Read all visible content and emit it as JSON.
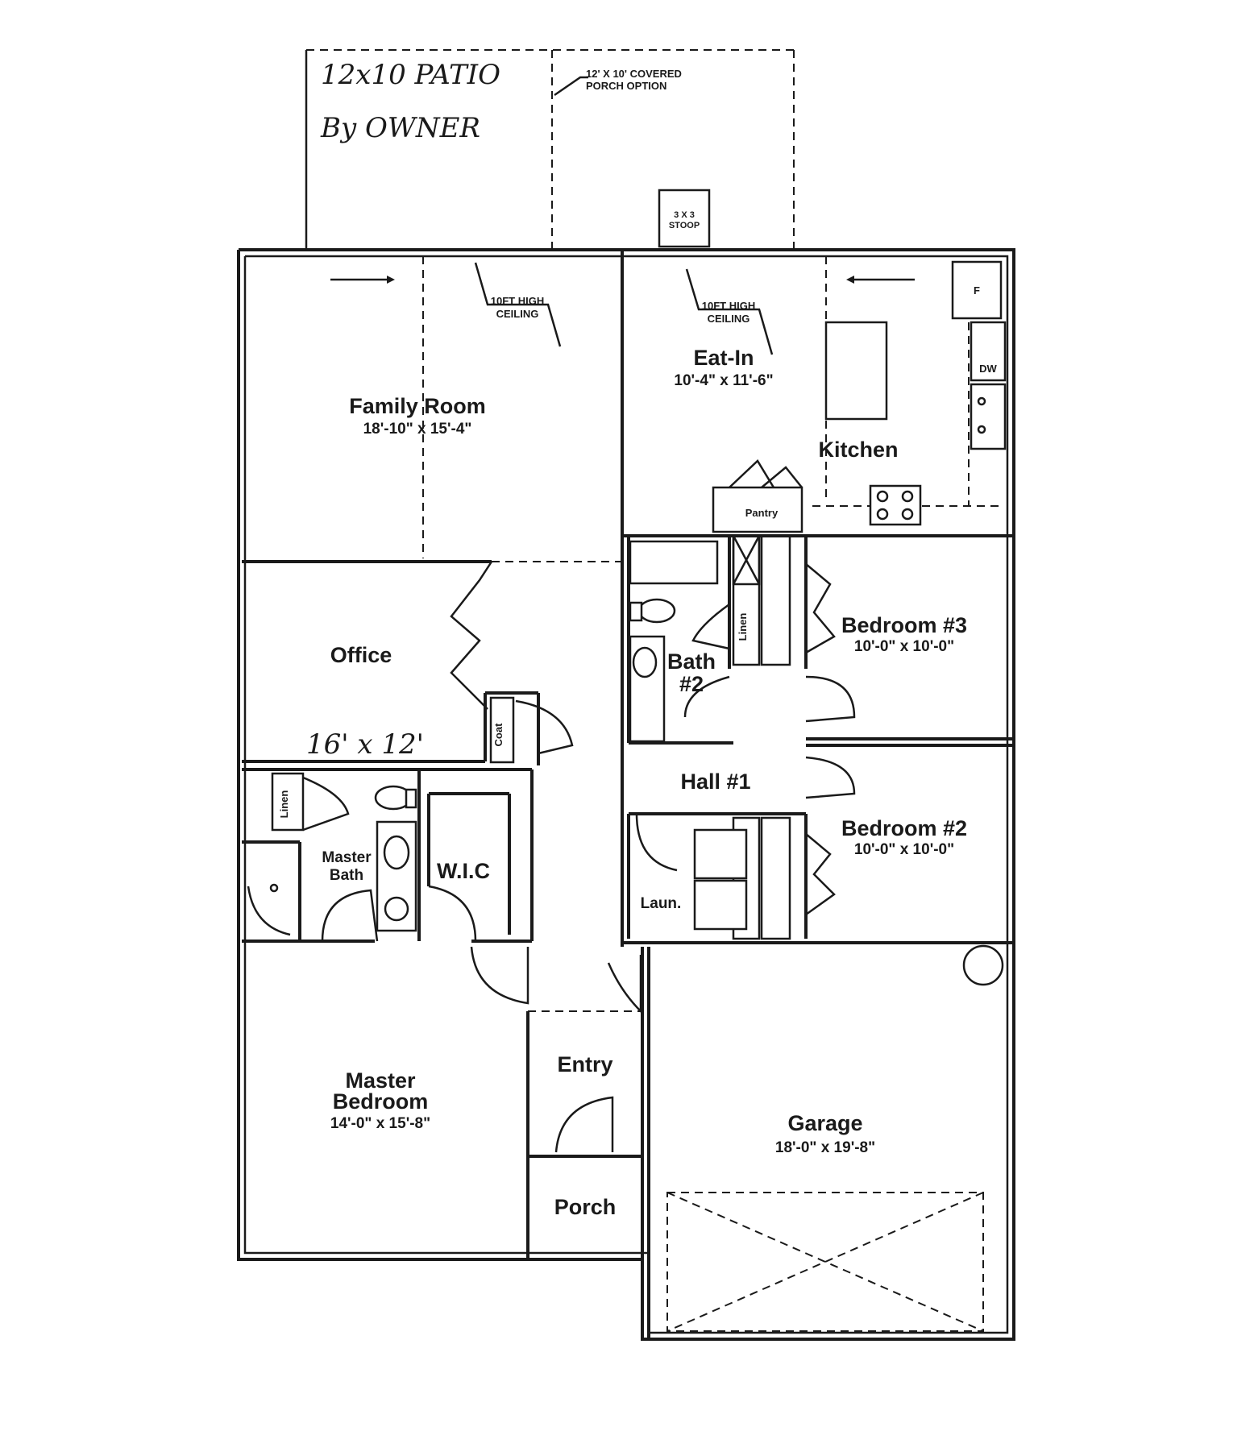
{
  "patio": {
    "handwritten_line1": "12x10 PATIO",
    "handwritten_line2": "By OWNER",
    "covered_porch_line1": "12' X 10' COVERED",
    "covered_porch_line2": "PORCH OPTION",
    "stoop_line1": "3 X 3",
    "stoop_line2": "STOOP"
  },
  "ceiling_notes": [
    {
      "line1": "10FT HIGH",
      "line2": "CEILING"
    },
    {
      "line1": "10FT HIGH",
      "line2": "CEILING"
    }
  ],
  "rooms": {
    "family_room": {
      "name": "Family Room",
      "dims": "18'-10\" x 15'-4\""
    },
    "eat_in": {
      "name": "Eat-In",
      "dims": "10'-4\" x 11'-6\""
    },
    "kitchen": {
      "name": "Kitchen"
    },
    "pantry": {
      "name": "Pantry"
    },
    "office": {
      "name": "Office",
      "handwritten_dims": "16' x 12'"
    },
    "coat": {
      "name": "Coat"
    },
    "bath2": {
      "name_line1": "Bath",
      "name_line2": "#2"
    },
    "linen_hall": {
      "name": "Linen"
    },
    "bedroom3": {
      "name": "Bedroom #3",
      "dims": "10'-0\" x 10'-0\""
    },
    "hall1": {
      "name": "Hall #1"
    },
    "bedroom2": {
      "name": "Bedroom #2",
      "dims": "10'-0\" x 10'-0\""
    },
    "laundry": {
      "name": "Laun."
    },
    "linen_master": {
      "name": "Linen"
    },
    "master_bath": {
      "name_line1": "Master",
      "name_line2": "Bath"
    },
    "wic": {
      "name": "W.I.C"
    },
    "master_bedroom": {
      "name_line1": "Master",
      "name_line2": "Bedroom",
      "dims": "14'-0\" x 15'-8\""
    },
    "entry": {
      "name": "Entry"
    },
    "porch": {
      "name": "Porch"
    },
    "garage": {
      "name": "Garage",
      "dims": "18'-0\" x 19'-8\""
    }
  },
  "appliances": {
    "fridge": "F",
    "dishwasher": "DW"
  }
}
